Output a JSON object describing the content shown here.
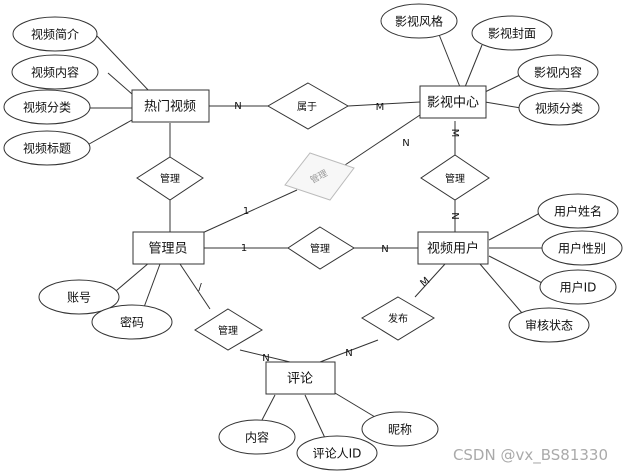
{
  "entities": {
    "hot_video": "热门视频",
    "film_center": "影视中心",
    "admin": "管理员",
    "video_user": "视频用户",
    "comment": "评论"
  },
  "attributes": {
    "hot_intro": "视频简介",
    "hot_content": "视频内容",
    "hot_category": "视频分类",
    "hot_title": "视频标题",
    "film_style": "影视风格",
    "film_cover": "影视封面",
    "film_content": "影视内容",
    "film_category": "视频分类",
    "user_name": "用户姓名",
    "user_gender": "用户性别",
    "user_id": "用户ID",
    "review_status": "审核状态",
    "admin_account": "账号",
    "admin_password": "密码",
    "comment_content": "内容",
    "commenter_id": "评论人ID",
    "nickname": "昵称"
  },
  "relationships": {
    "belongs": "属于",
    "manage_hot": "管理",
    "manage_film": "管理",
    "manage_user": "管理",
    "manage_user_film": "管理",
    "manage_comment": "管理",
    "publish": "发布"
  },
  "cardinalities": {
    "hot_belongs": "N",
    "film_belongs": "M",
    "film_manage_top": "M",
    "user_manage_bottom": "N",
    "admin_film": "1",
    "film_admin": "N",
    "admin_user": "1",
    "user_admin": "N",
    "admin_comment": "/",
    "comment_admin": "N",
    "user_comment": "M",
    "comment_user": "N"
  },
  "watermark": "CSDN @vx_BS81330",
  "colors": {
    "stroke": "#333333",
    "faded_diamond": "#bbbbbb",
    "text": "#111111"
  }
}
